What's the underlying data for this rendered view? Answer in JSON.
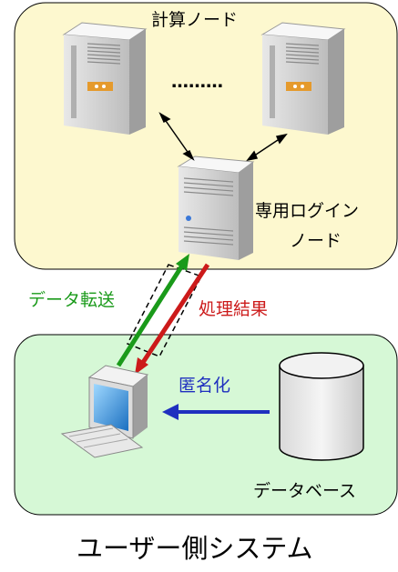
{
  "compute_zone": {
    "compute_nodes_label": "計算ノード",
    "ellipsis": "………",
    "login_node_label_line1": "専用ログイン",
    "login_node_label_line2": "ノード"
  },
  "transfer": {
    "data_transfer_label": "データ転送",
    "result_label": "処理結果"
  },
  "user_zone": {
    "anonymize_label": "匿名化",
    "database_label": "データベース",
    "caption": "ユーザー側システム"
  },
  "colors": {
    "compute_zone_fill": "#fdf8cf",
    "user_zone_fill": "#d6f8d6",
    "upload_arrow": "#1a9a1a",
    "result_arrow": "#cc1a1a",
    "anonymize_arrow": "#1f2fbf"
  },
  "icons": [
    "server-icon",
    "login-server-icon",
    "computer-icon",
    "database-icon"
  ]
}
